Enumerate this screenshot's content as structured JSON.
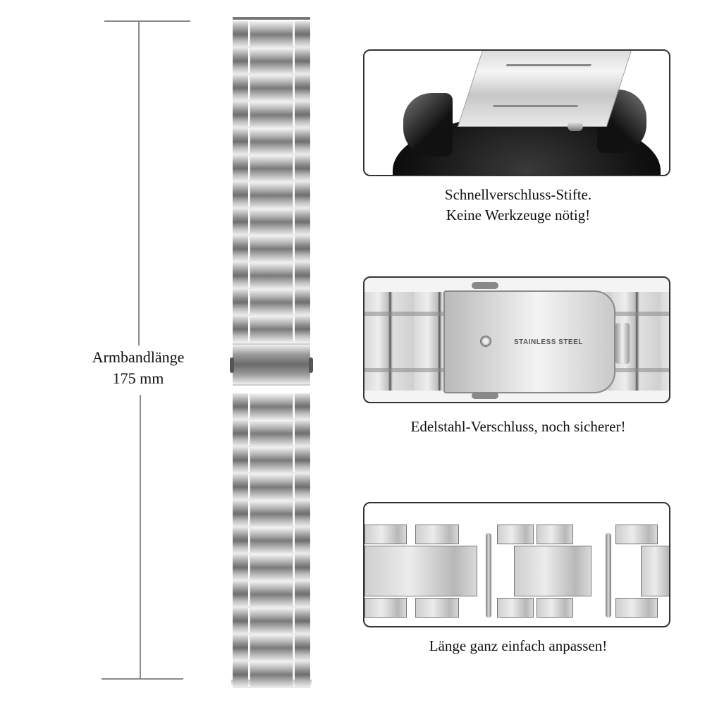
{
  "measurement": {
    "label_line1": "Armbandlänge",
    "label_line2": "175 mm",
    "length_mm": 175
  },
  "panels": [
    {
      "id": "quick-release",
      "caption_line1": "Schnellverschluss-Stifte.",
      "caption_line2": "Keine Werkzeuge nötig!"
    },
    {
      "id": "clasp",
      "caption_line1": "Edelstahl-Verschluss, noch sicherer!",
      "engraving": "STAINLESS STEEL"
    },
    {
      "id": "adjust",
      "caption_line1": "Länge ganz einfach anpassen!"
    }
  ],
  "colors": {
    "background": "#ffffff",
    "panel_border": "#333333",
    "dimension_line": "#8a8a8a",
    "text": "#111111"
  }
}
